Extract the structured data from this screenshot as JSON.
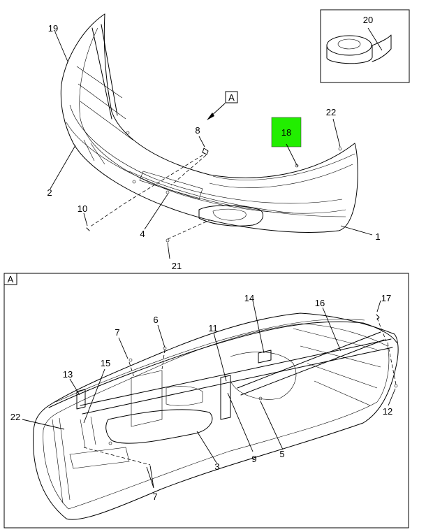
{
  "view_labels": {
    "top_ref": "A",
    "panel_tag": "A"
  },
  "callouts": {
    "c1": "1",
    "c2": "2",
    "c3": "3",
    "c4": "4",
    "c5": "5",
    "c6": "6",
    "c7a": "7",
    "c7b": "7",
    "c8": "8",
    "c9": "9",
    "c10": "10",
    "c11": "11",
    "c12": "12",
    "c13": "13",
    "c14": "14",
    "c15": "15",
    "c16": "16",
    "c17": "17",
    "c18": "18",
    "c19": "19",
    "c20": "20",
    "c21": "21",
    "c22a": "22",
    "c22b": "22"
  },
  "colors": {
    "highlight": "#22ee00",
    "line": "#000000",
    "background": "#ffffff"
  }
}
